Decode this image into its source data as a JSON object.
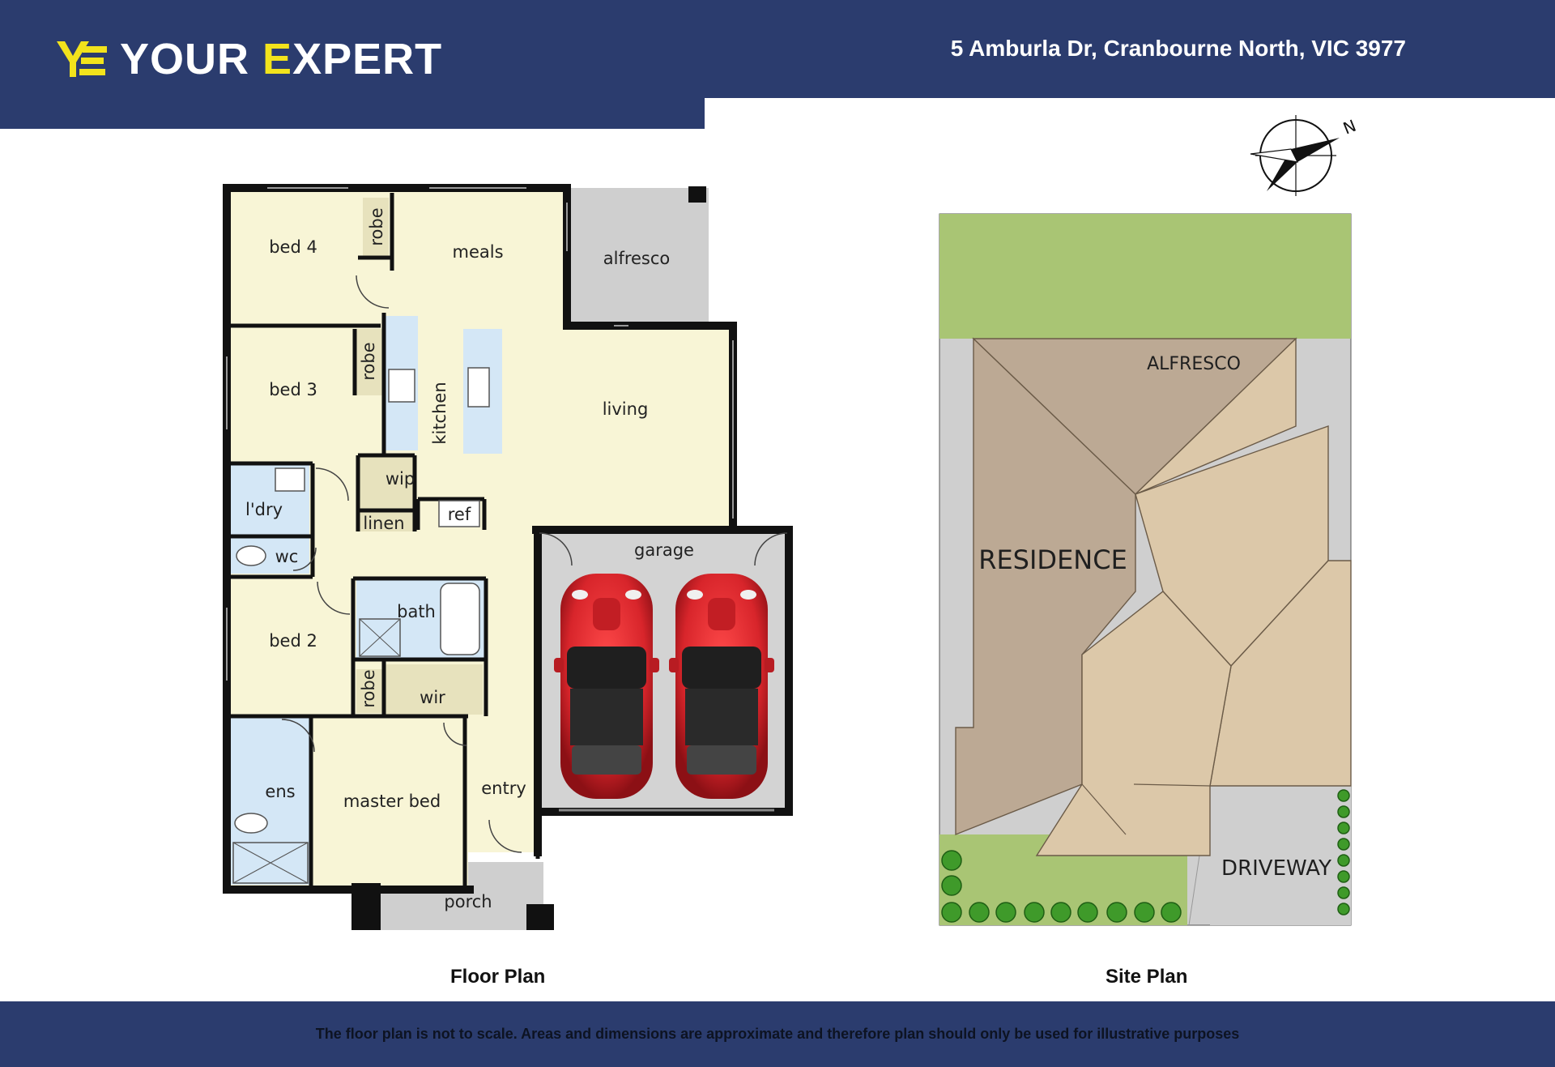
{
  "header": {
    "brand_first": "YOUR",
    "brand_accent": "E",
    "brand_rest": "XPERT",
    "address": "5 Amburla Dr, Cranbourne North, VIC 3977"
  },
  "floor_plan": {
    "caption": "Floor Plan",
    "rooms": {
      "bed4": "bed 4",
      "robe1": "robe",
      "meals": "meals",
      "alfresco": "alfresco",
      "bed3": "bed 3",
      "robe2": "robe",
      "kitchen": "kitchen",
      "living": "living",
      "wip": "wip",
      "ldry": "l'dry",
      "linen": "linen",
      "ref": "ref",
      "wc": "wc",
      "garage": "garage",
      "bath": "bath",
      "bed2": "bed 2",
      "robe3": "robe",
      "wir": "wir",
      "ens": "ens",
      "master": "master bed",
      "entry": "entry",
      "porch": "porch"
    }
  },
  "site_plan": {
    "caption": "Site Plan",
    "alfresco": "ALFRESCO",
    "residence": "RESIDENCE",
    "driveway": "DRIVEWAY",
    "north": "N"
  },
  "footer": {
    "disclaimer": "The floor plan is not to scale. Areas and dimensions are approximate and therefore plan should only be used for illustrative purposes"
  },
  "colors": {
    "brand_navy": "#2b3c6e",
    "brand_yellow": "#f2e31c",
    "room_fill": "#f8f5d6",
    "wet_area_fill": "#d4e7f6",
    "outdoor_fill": "#cfcfcf",
    "lawn": "#a9c574",
    "roof_dark": "#bca994",
    "roof_light": "#dcc8a9",
    "car": "#d8252b"
  }
}
